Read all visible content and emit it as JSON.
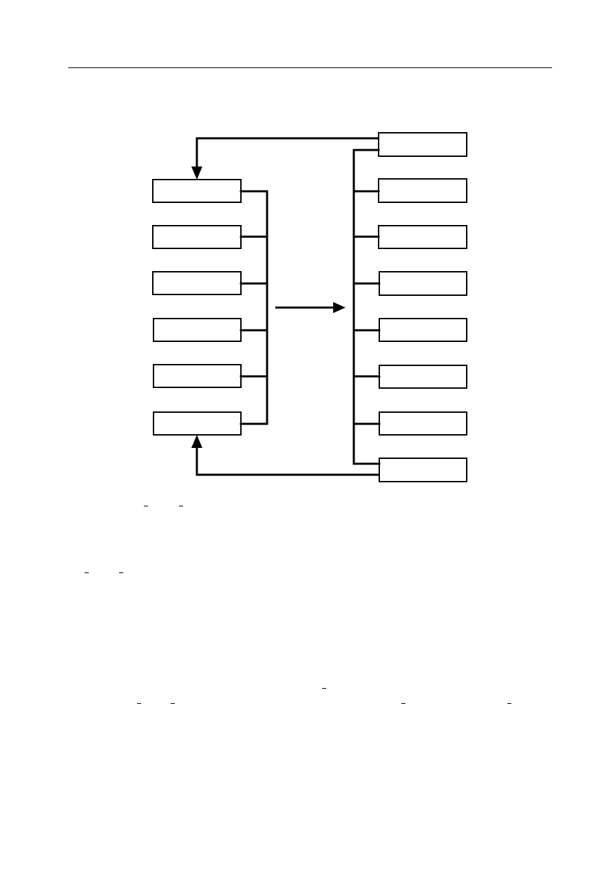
{
  "diagram": {
    "left_group_count": 6,
    "right_group_count": 8,
    "arrow_direction": "left-to-right",
    "feedback_arrows": [
      "top-right-to-left-top",
      "bottom-right-to-left-bottom"
    ],
    "box_labels": []
  },
  "page": {
    "header_rule": true,
    "stroke_color": "#000000",
    "background_color": "#ffffff"
  }
}
